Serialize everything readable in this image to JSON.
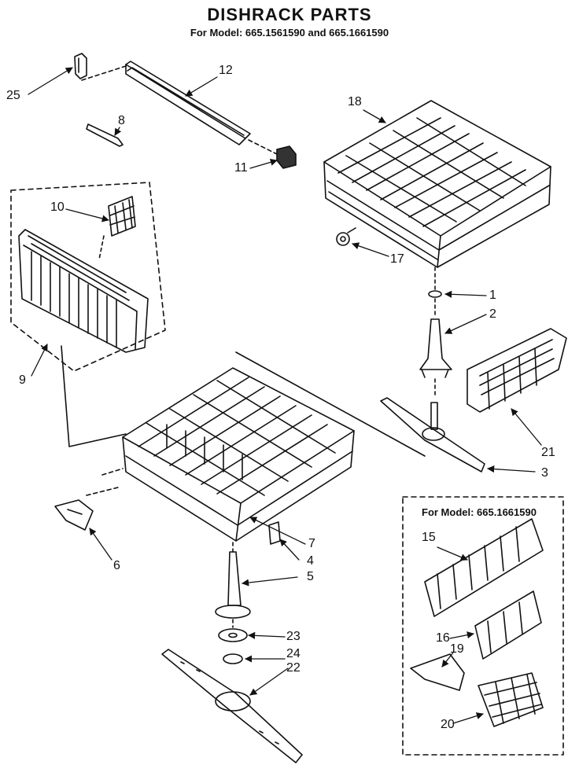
{
  "diagram": {
    "title": "DISHRACK PARTS",
    "subtitle": "For Model: 665.1561590 and 665.1661590",
    "inset_title": "For Model: 665.1661590"
  },
  "callouts": [
    {
      "id": "25",
      "label": "25"
    },
    {
      "id": "12",
      "label": "12"
    },
    {
      "id": "8",
      "label": "8"
    },
    {
      "id": "11",
      "label": "11"
    },
    {
      "id": "18",
      "label": "18"
    },
    {
      "id": "10",
      "label": "10"
    },
    {
      "id": "17",
      "label": "17"
    },
    {
      "id": "1",
      "label": "1"
    },
    {
      "id": "2",
      "label": "2"
    },
    {
      "id": "9",
      "label": "9"
    },
    {
      "id": "21",
      "label": "21"
    },
    {
      "id": "3",
      "label": "3"
    },
    {
      "id": "7",
      "label": "7"
    },
    {
      "id": "4",
      "label": "4"
    },
    {
      "id": "6",
      "label": "6"
    },
    {
      "id": "5",
      "label": "5"
    },
    {
      "id": "15",
      "label": "15"
    },
    {
      "id": "23",
      "label": "23"
    },
    {
      "id": "24",
      "label": "24"
    },
    {
      "id": "22",
      "label": "22"
    },
    {
      "id": "16",
      "label": "16"
    },
    {
      "id": "19",
      "label": "19"
    },
    {
      "id": "20",
      "label": "20"
    }
  ]
}
